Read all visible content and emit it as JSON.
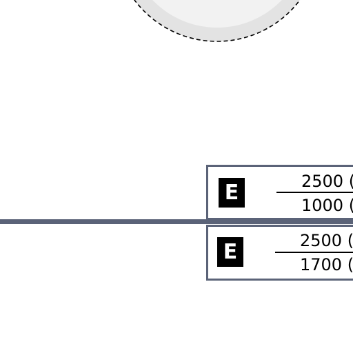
{
  "colors": {
    "route_line": "#5b6378",
    "box_border": "#5b6378",
    "zone_fill": "#f2f2f2",
    "zone_ring": "#e3e3e3",
    "zone_outline": "#000000",
    "badge_bg": "#000000",
    "badge_text": "#ffffff"
  },
  "airspace_blocks": [
    {
      "class_letter": "E",
      "upper_altitude": "2500 (",
      "lower_altitude": "1000 ("
    },
    {
      "class_letter": "E",
      "upper_altitude": "2500 (",
      "lower_altitude": "1700 ("
    }
  ]
}
